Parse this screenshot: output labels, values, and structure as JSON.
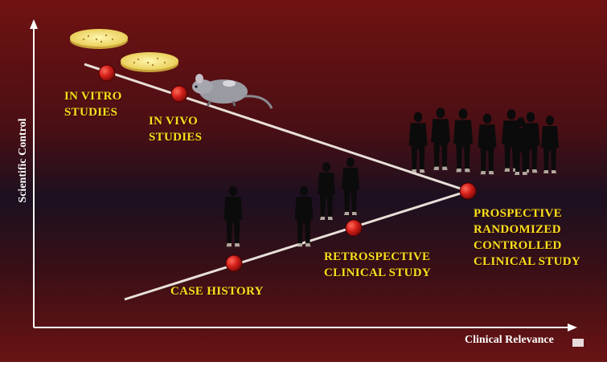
{
  "axes": {
    "y_label": "Scientific Control",
    "x_label": "Clinical Relevance"
  },
  "study_types": [
    {
      "id": "in-vitro",
      "label": "IN VITRO\nSTUDIES"
    },
    {
      "id": "in-vivo",
      "label": "IN VIVO\nSTUDIES"
    },
    {
      "id": "case-history",
      "label": "CASE HISTORY"
    },
    {
      "id": "retrospective",
      "label": "RETROSPECTIVE\nCLINICAL STUDY"
    },
    {
      "id": "prospective",
      "label": "PROSPECTIVE\nRANDOMIZED\nCONTROLLED\nCLINICAL STUDY"
    }
  ],
  "colors": {
    "background_top": "#6e1010",
    "background_mid": "#1a0f1e",
    "background_bottom": "#6a1212",
    "label_yellow": "#f3e11f",
    "node_red": "#d0201a",
    "line": "#e8e0d8",
    "axis": "#ffffff"
  },
  "icons": [
    "petri-dish-icon",
    "rat-icon",
    "person-silhouette-icon"
  ]
}
